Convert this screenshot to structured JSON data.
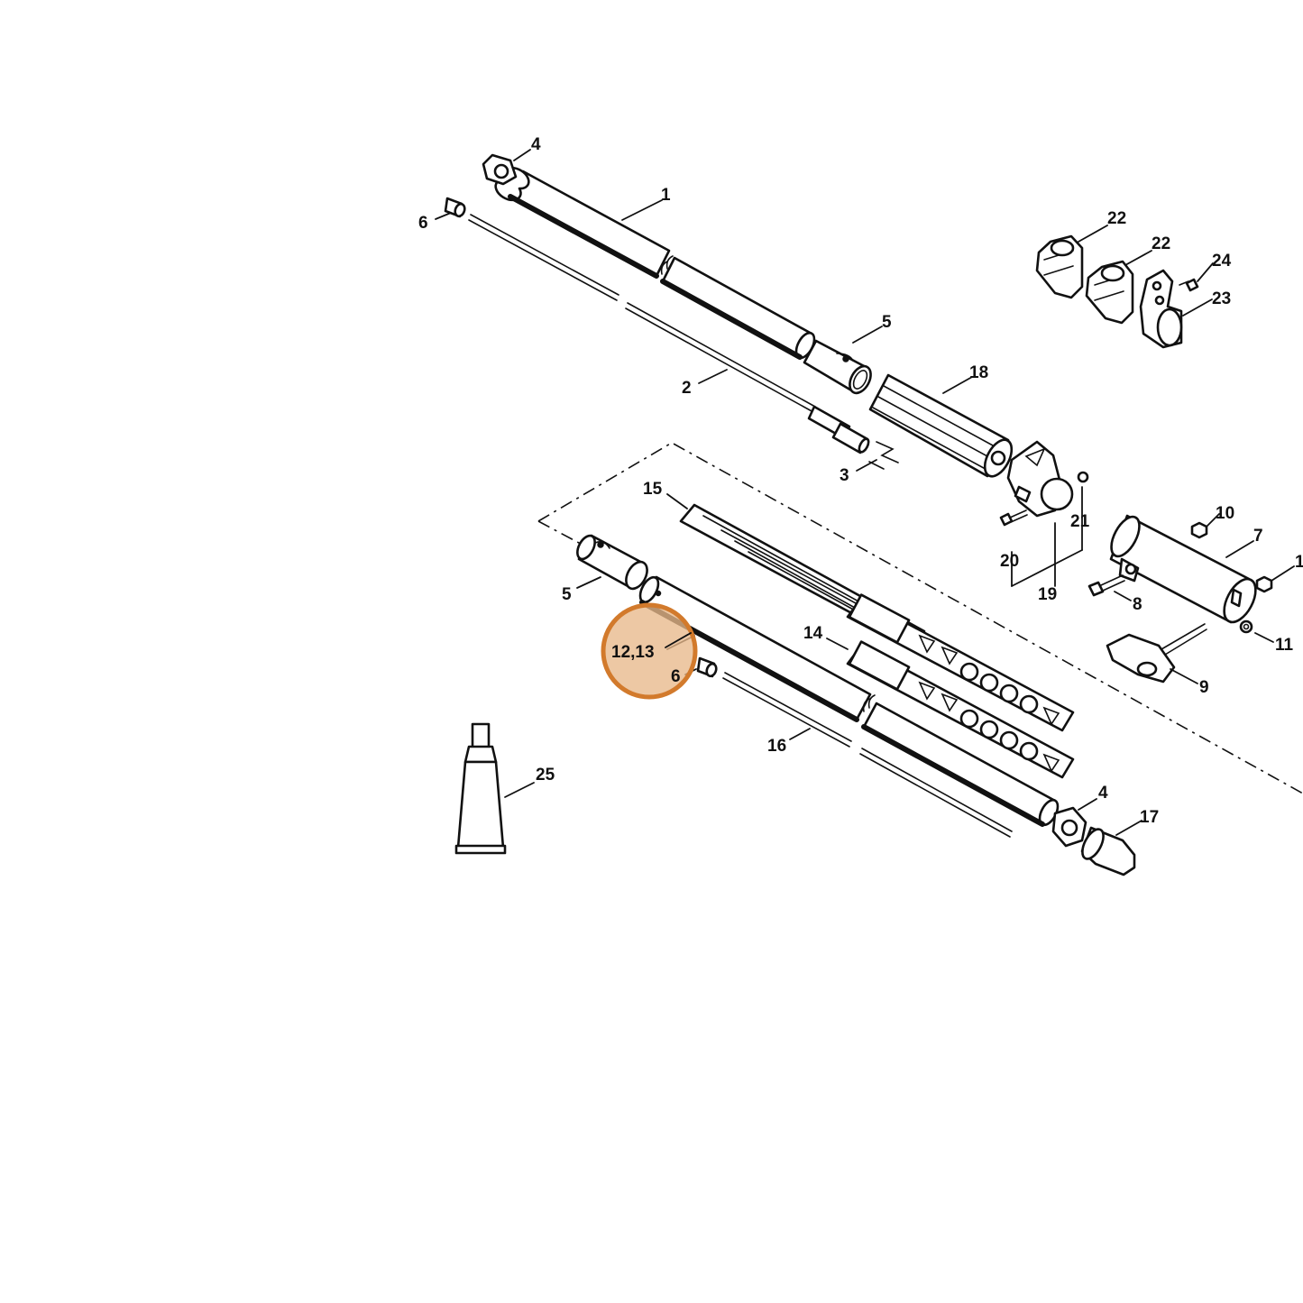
{
  "callouts": [
    {
      "id": "c1",
      "label": "1"
    },
    {
      "id": "c2",
      "label": "2"
    },
    {
      "id": "c3",
      "label": "3"
    },
    {
      "id": "c4a",
      "label": "4"
    },
    {
      "id": "c4b",
      "label": "4"
    },
    {
      "id": "c5a",
      "label": "5"
    },
    {
      "id": "c5b",
      "label": "5"
    },
    {
      "id": "c6a",
      "label": "6"
    },
    {
      "id": "c6b",
      "label": "6"
    },
    {
      "id": "c7",
      "label": "7"
    },
    {
      "id": "c8",
      "label": "8"
    },
    {
      "id": "c9",
      "label": "9"
    },
    {
      "id": "c10",
      "label": "10"
    },
    {
      "id": "c11",
      "label": "11"
    },
    {
      "id": "c1x",
      "label": "1"
    },
    {
      "id": "c1213",
      "label": "12,13"
    },
    {
      "id": "c14",
      "label": "14"
    },
    {
      "id": "c15",
      "label": "15"
    },
    {
      "id": "c16",
      "label": "16"
    },
    {
      "id": "c17",
      "label": "17"
    },
    {
      "id": "c18",
      "label": "18"
    },
    {
      "id": "c19",
      "label": "19"
    },
    {
      "id": "c20",
      "label": "20"
    },
    {
      "id": "c21",
      "label": "21"
    },
    {
      "id": "c22a",
      "label": "22"
    },
    {
      "id": "c22b",
      "label": "22"
    },
    {
      "id": "c23",
      "label": "23"
    },
    {
      "id": "c24",
      "label": "24"
    },
    {
      "id": "c25",
      "label": "25"
    }
  ],
  "highlight": {
    "label": "12,13",
    "color": "#e8b98a",
    "border_color": "#d27a2c"
  }
}
